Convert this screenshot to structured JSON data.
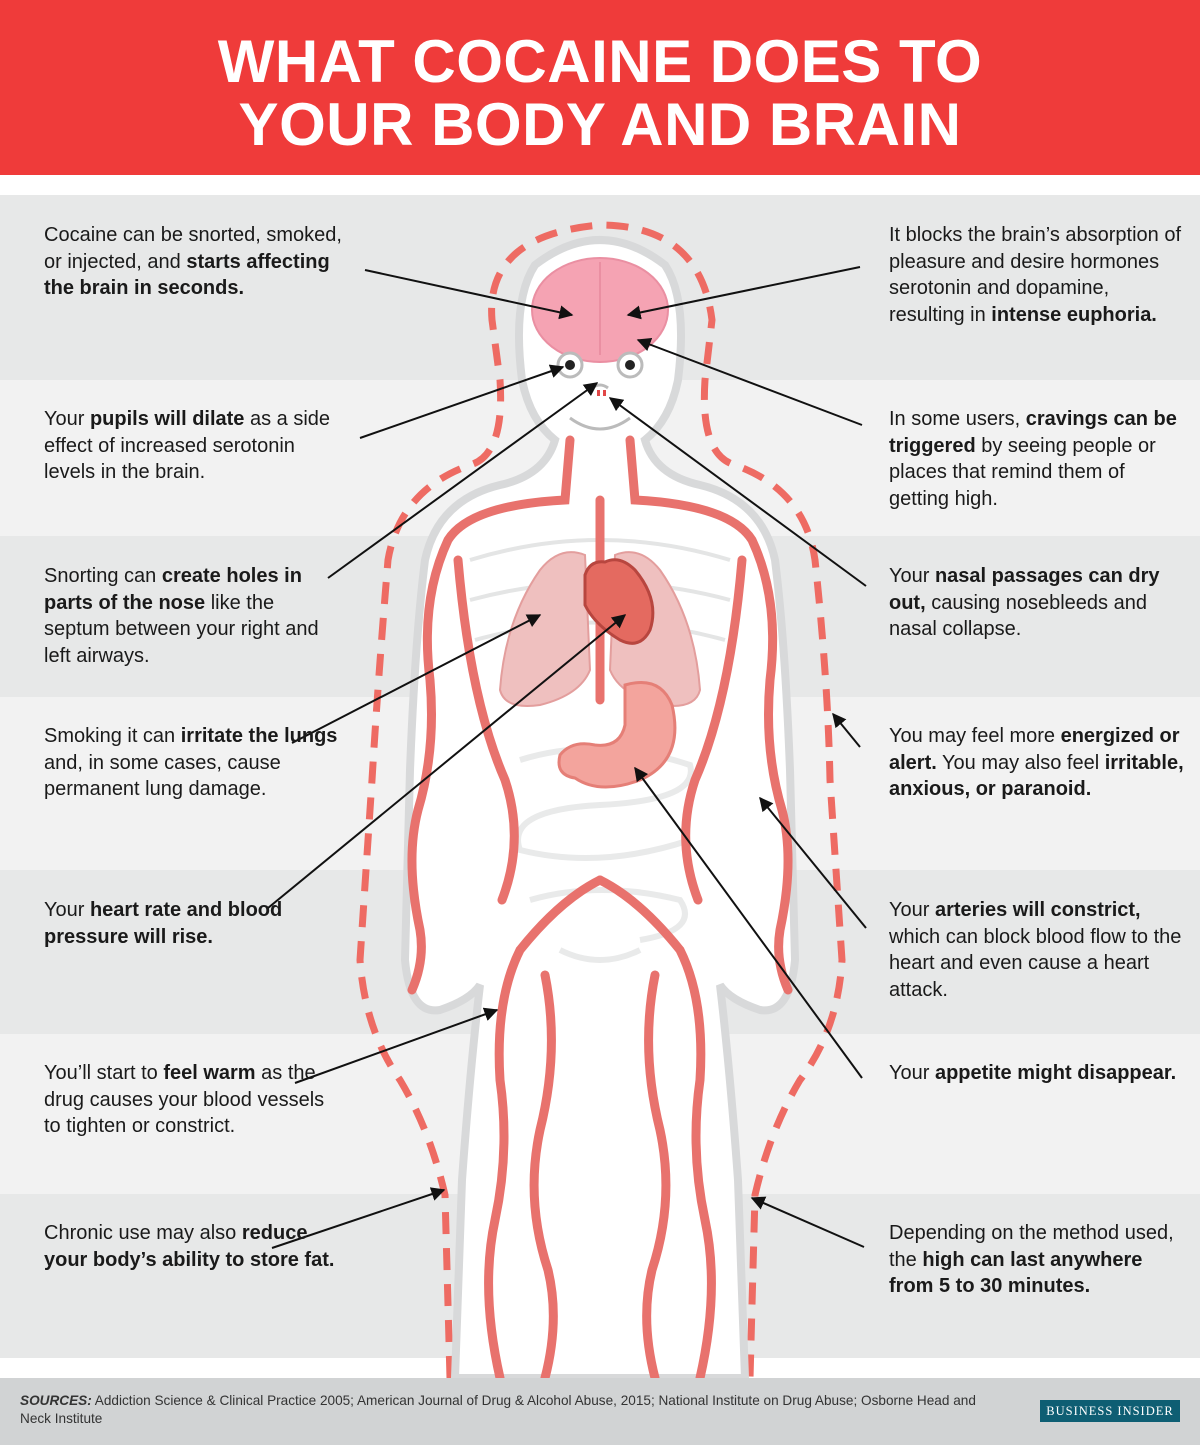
{
  "header": {
    "title_line1": "WHAT COCAINE DOES TO",
    "title_line2": "YOUR BODY AND BRAIN",
    "background_color": "#ef3b3a"
  },
  "colors": {
    "vessel": "#e8726d",
    "dashed_outline": "#ee6b63",
    "brain": "#f5a3b3",
    "body_fill": "#ffffff",
    "band_dark": "#e7e8e8",
    "band_light": "#f2f2f2",
    "footer_bg": "#d1d3d4",
    "logo_bg": "#0e5e73"
  },
  "left_notes": [
    {
      "before": "Cocaine can be snorted, smoked, or injected, and ",
      "bold": "starts affecting the brain in seconds.",
      "after": ""
    },
    {
      "before": "Your ",
      "bold": "pupils will dilate",
      "after": " as a side effect of increased serotonin levels in the brain."
    },
    {
      "before": "Snorting can ",
      "bold": "create holes in parts of the nose",
      "after": " like the septum between your right and left airways."
    },
    {
      "before": "Smoking it can ",
      "bold": "irritate the lungs",
      "after": " and, in some cases, cause permanent lung damage."
    },
    {
      "before": "Your ",
      "bold": "heart rate and blood pressure will rise.",
      "after": ""
    },
    {
      "before": "You’ll start to ",
      "bold": "feel warm",
      "after": " as the drug causes your blood vessels to tighten or constrict."
    },
    {
      "before": "Chronic use may also ",
      "bold": "reduce your body’s ability to store fat.",
      "after": ""
    }
  ],
  "right_notes": [
    {
      "before": "It blocks the brain’s absorption of pleasure and desire hormones serotonin and dopamine, resulting in ",
      "bold": "intense euphoria.",
      "after": ""
    },
    {
      "before": "In some users, ",
      "bold": "cravings can be triggered",
      "after": " by seeing people or places that remind them of getting high."
    },
    {
      "before": "Your ",
      "bold": "nasal passages can dry out,",
      "after": " causing nosebleeds and nasal collapse."
    },
    {
      "before": "You may feel more ",
      "bold": "energized or alert.",
      "after": " You may also feel ",
      "bold2": "irritable, anxious, or paranoid."
    },
    {
      "before": "Your ",
      "bold": "arteries will constrict,",
      "after": " which can block blood flow to the heart and even cause a heart attack."
    },
    {
      "before": "Your ",
      "bold": "appetite might disappear.",
      "after": ""
    },
    {
      "before": "Depending on the method used, the ",
      "bold": "high can last anywhere from 5 to 30 minutes.",
      "after": ""
    }
  ],
  "footer": {
    "sources_label": "SOURCES:",
    "sources_text": " Addiction Science & Clinical Practice 2005; American Journal of Drug & Alcohol Abuse, 2015; National Institute on Drug Abuse; Osborne Head and Neck Institute",
    "logo": "BUSINESS INSIDER"
  }
}
